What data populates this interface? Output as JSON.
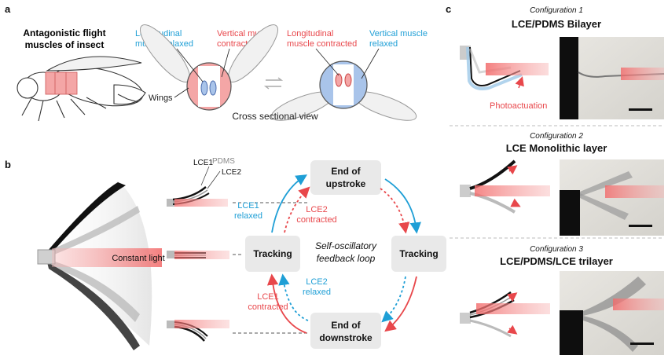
{
  "panel_a": {
    "letter": "a",
    "insect_title_line1": "Antagonistic flight",
    "insect_title_line2": "muscles of insect",
    "longitudinal_relaxed_line1": "Longitudinal",
    "longitudinal_relaxed_line2": "muscle relaxed",
    "vertical_contracted_line1": "Vertical muscle",
    "vertical_contracted_line2": "contracted",
    "longitudinal_contracted_line1": "Longitudinal",
    "longitudinal_contracted_line2": "muscle contracted",
    "vertical_relaxed_line1": "Vertical muscle",
    "vertical_relaxed_line2": "relaxed",
    "wings_label": "Wings",
    "cross_section_caption": "Cross sectional view"
  },
  "panel_b": {
    "letter": "b",
    "constant_light": "Constant light",
    "lce1": "LCE1",
    "pdms": "PDMS",
    "lce2": "LCE2",
    "end_upstroke_line1": "End of",
    "end_upstroke_line2": "upstroke",
    "end_downstroke_line1": "End of",
    "end_downstroke_line2": "downstroke",
    "tracking_left": "Tracking",
    "tracking_right": "Tracking",
    "loop_line1": "Self-oscillatory",
    "loop_line2": "feedback loop",
    "lce1_relaxed_line1": "LCE1",
    "lce1_relaxed_line2": "relaxed",
    "lce2_contracted_line1": "LCE2",
    "lce2_contracted_line2": "contracted",
    "lce2_relaxed_line1": "LCE2",
    "lce2_relaxed_line2": "relaxed",
    "lce1_contracted_line1": "LCE1",
    "lce1_contracted_line2": "contracted"
  },
  "panel_c": {
    "letter": "c",
    "config1_label": "Configuration 1",
    "config1_title": "LCE/PDMS Bilayer",
    "photoactuation": "Photoactuation",
    "config2_label": "Configuration 2",
    "config2_title": "LCE Monolithic layer",
    "config3_label": "Configuration 3",
    "config3_title": "LCE/PDMS/LCE trilayer"
  },
  "colors": {
    "blue": "#1f9fd6",
    "red": "#e8474b",
    "muscle_pink": "#f4a6a6",
    "muscle_blue": "#a9c4ea",
    "box_gray": "#e9e9e9"
  }
}
